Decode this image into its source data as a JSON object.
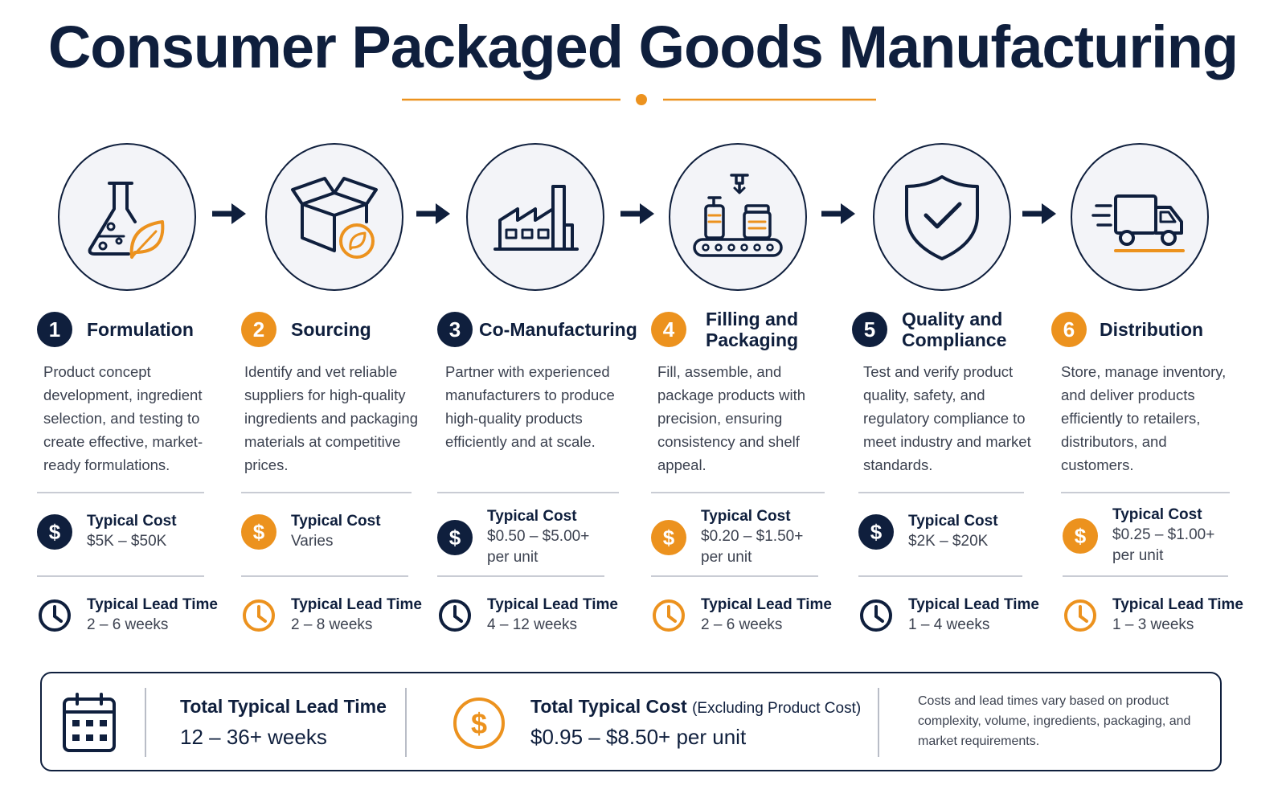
{
  "title": "Consumer Packaged Goods Manufacturing",
  "colors": {
    "navy": "#0f1f3d",
    "orange": "#ec921e",
    "text": "#3c4250",
    "divider": "#c9ccd4"
  },
  "steps": [
    {
      "number": "1",
      "badge_color": "navy",
      "icon": "flask-leaf-icon",
      "title": "Formulation",
      "description": "Product concept development, ingredient selection, and testing to create effective, market-ready formulations.",
      "cost_label": "Typical Cost",
      "cost_value": "$5K – $50K",
      "lead_label": "Typical Lead Time",
      "lead_value": "2 – 6 weeks"
    },
    {
      "number": "2",
      "badge_color": "orange",
      "icon": "box-leaf-icon",
      "title": "Sourcing",
      "description": "Identify and vet reliable suppliers for high-quality ingredients and packaging materials at competitive prices.",
      "cost_label": "Typical Cost",
      "cost_value": "Varies",
      "lead_label": "Typical Lead Time",
      "lead_value": "2 – 8 weeks"
    },
    {
      "number": "3",
      "badge_color": "navy",
      "icon": "factory-icon",
      "title": "Co-Manufacturing",
      "description": "Partner with experienced manufacturers to produce high-quality products efficiently and at scale.",
      "cost_label": "Typical Cost",
      "cost_value": "$0.50 – $5.00+ per unit",
      "lead_label": "Typical Lead Time",
      "lead_value": "4 – 12 weeks"
    },
    {
      "number": "4",
      "badge_color": "orange",
      "icon": "conveyor-bottles-icon",
      "title": "Filling and Packaging",
      "description": "Fill, assemble, and package products with precision, ensuring consistency and shelf appeal.",
      "cost_label": "Typical Cost",
      "cost_value": "$0.20 – $1.50+ per unit",
      "lead_label": "Typical Lead Time",
      "lead_value": "2 – 6 weeks"
    },
    {
      "number": "5",
      "badge_color": "navy",
      "icon": "shield-check-icon",
      "title": "Quality and Compliance",
      "description": "Test and verify product quality, safety, and regulatory compliance to meet industry and market standards.",
      "cost_label": "Typical Cost",
      "cost_value": "$2K – $20K",
      "lead_label": "Typical Lead Time",
      "lead_value": "1 – 4 weeks"
    },
    {
      "number": "6",
      "badge_color": "orange",
      "icon": "delivery-truck-icon",
      "title": "Distribution",
      "description": "Store, manage inventory, and deliver products efficiently to retailers, distributors, and customers.",
      "cost_label": "Typical Cost",
      "cost_value": "$0.25 – $1.00+ per unit",
      "lead_label": "Typical Lead Time",
      "lead_value": "1 – 3 weeks"
    }
  ],
  "summary": {
    "lead_label": "Total Typical Lead Time",
    "lead_value": "12 – 36+ weeks",
    "cost_label": "Total Typical Cost",
    "cost_paren": "(Excluding Product Cost)",
    "cost_value": "$0.95 – $8.50+ per unit",
    "note": "Costs and lead times vary based on product complexity, volume, ingredients, packaging, and market requirements."
  }
}
